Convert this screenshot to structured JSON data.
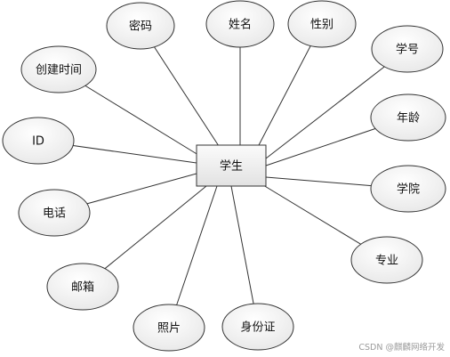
{
  "diagram": {
    "entity": {
      "label": "学生"
    },
    "attributes": [
      {
        "id": "password",
        "label": "密码"
      },
      {
        "id": "name",
        "label": "姓名"
      },
      {
        "id": "gender",
        "label": "性别"
      },
      {
        "id": "student-no",
        "label": "学号"
      },
      {
        "id": "created-time",
        "label": "创建时间"
      },
      {
        "id": "id",
        "label": "ID"
      },
      {
        "id": "age",
        "label": "年龄"
      },
      {
        "id": "college",
        "label": "学院"
      },
      {
        "id": "phone",
        "label": "电话"
      },
      {
        "id": "major",
        "label": "专业"
      },
      {
        "id": "email",
        "label": "邮箱"
      },
      {
        "id": "photo",
        "label": "照片"
      },
      {
        "id": "id-card",
        "label": "身份证"
      }
    ]
  },
  "watermark": "CSDN @麒麟网络开发",
  "colors": {
    "shape_fill": "#eeeeee",
    "stroke": "#333333",
    "background": "#ffffff"
  }
}
